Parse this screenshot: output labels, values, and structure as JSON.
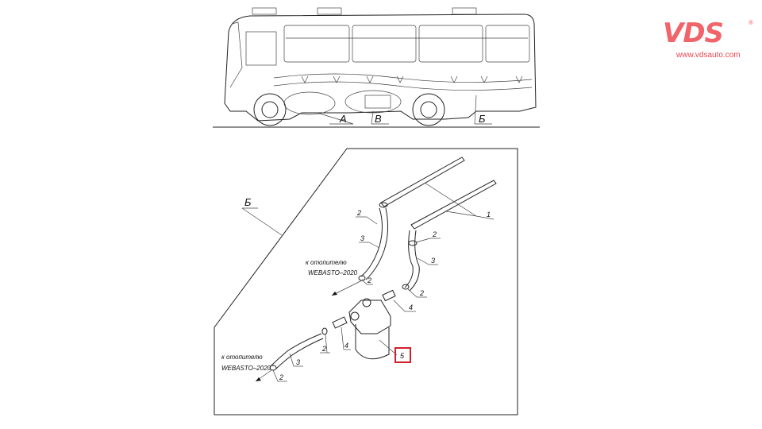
{
  "logo": {
    "brand": "VDS",
    "registered": "®",
    "url": "www.vdsauto.com",
    "color": "#f0646a"
  },
  "bus_view": {
    "callouts": [
      "A",
      "В",
      "Б"
    ]
  },
  "detail": {
    "view_label": "Б",
    "parts": {
      "p1": "1",
      "p2": "2",
      "p3": "3",
      "p4": "4",
      "p5": "5"
    },
    "note_upper": {
      "line1": "к отопителю",
      "line2": "WEBASTO–2020"
    },
    "note_lower": {
      "line1": "к отопителю",
      "line2": "WEBASTO–2020"
    },
    "highlight_color": "#d0202a"
  }
}
